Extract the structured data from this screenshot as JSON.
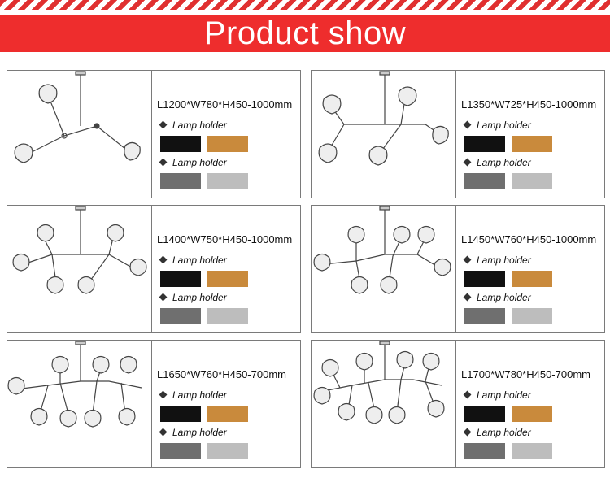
{
  "header": {
    "title": "Product show"
  },
  "colors": {
    "banner": "#ee2d2d",
    "black": "#111111",
    "gold": "#c98a3c",
    "gray": "#6f6f6f",
    "silver": "#bdbdbd"
  },
  "products": [
    {
      "dims": "L1200*W780*H450-1000mm",
      "holder_label": "Lamp holder",
      "swatches": [
        "black",
        "gold",
        "gray",
        "silver"
      ]
    },
    {
      "dims": "L1350*W725*H450-1000mm",
      "holder_label": "Lamp holder",
      "swatches": [
        "black",
        "gold",
        "gray",
        "silver"
      ]
    },
    {
      "dims": "L1400*W750*H450-1000mm",
      "holder_label": "Lamp holder",
      "swatches": [
        "black",
        "gold",
        "gray",
        "silver"
      ]
    },
    {
      "dims": "L1450*W760*H450-1000mm",
      "holder_label": "Lamp holder",
      "swatches": [
        "black",
        "gold",
        "gray",
        "silver"
      ]
    },
    {
      "dims": "L1650*W760*H450-700mm",
      "holder_label": "Lamp holder",
      "swatches": [
        "black",
        "gold",
        "gray",
        "silver"
      ]
    },
    {
      "dims": "L1700*W780*H450-700mm",
      "holder_label": "Lamp holder",
      "swatches": [
        "black",
        "gold",
        "gray",
        "silver"
      ]
    }
  ]
}
